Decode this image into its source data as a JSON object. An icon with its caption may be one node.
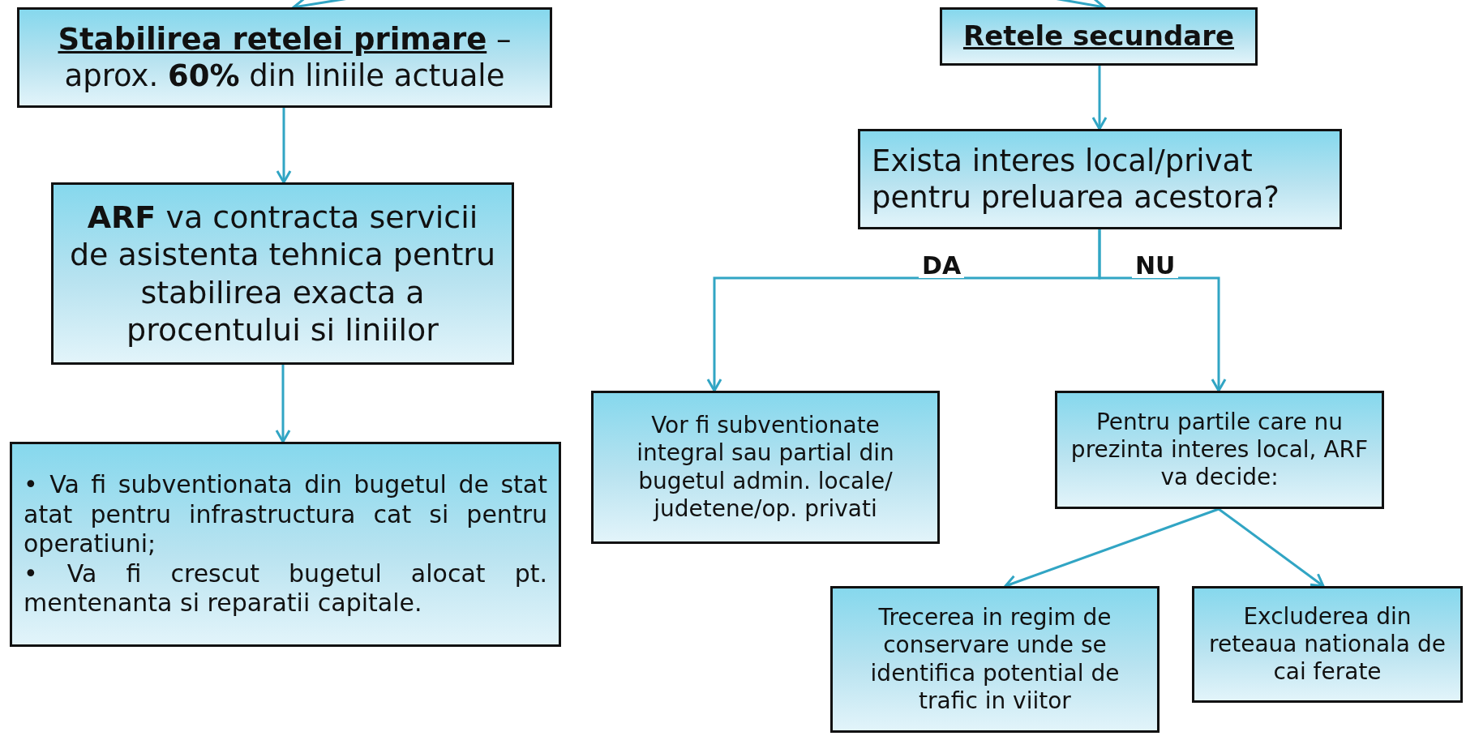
{
  "diagram": {
    "nodes": [
      {
        "text": [
          "Stabilirea retelei primare",
          "– aprox. **60%** din liniile actuale"
        ]
      },
      {
        "text": [
          "Retele secundare"
        ]
      },
      {
        "text": [
          "**ARF** va contracta servicii de asistenta tehnica pentru stabilirea exacta a procentului si liniilor"
        ]
      },
      {
        "text": [
          "• Va fi subventionata din bugetul de stat atat pentru infrastructura cat si pentru operatiuni;",
          "• Va fi crescut bugetul alocat pt. mentenanta si reparatii capitale."
        ]
      },
      {
        "text": [
          "Exista interes local/privat pentru preluarea acestora?"
        ]
      },
      {
        "text": [
          "Vor fi subventionate integral sau partial din bugetul admin. locale/ judetene/op. privati"
        ]
      },
      {
        "text": [
          "Pentru partile care nu prezinta interes local, ARF va decide:"
        ]
      },
      {
        "text": [
          "Trecerea in regim de conservare unde se identifica potential de trafic in viitor"
        ]
      },
      {
        "text": [
          "Excluderea din reteaua nationala de cai ferate"
        ]
      }
    ],
    "edges": [
      {
        "from": null,
        "to": 0,
        "arrow": "to"
      },
      {
        "from": null,
        "to": 1,
        "arrow": "to"
      },
      {
        "from": 0,
        "to": 2,
        "arrow": "to"
      },
      {
        "from": 2,
        "to": 3,
        "arrow": "to"
      },
      {
        "from": 1,
        "to": 4,
        "arrow": "to"
      },
      {
        "from": 4,
        "to": 5,
        "arrow": "to",
        "label": "DA"
      },
      {
        "from": 4,
        "to": 6,
        "arrow": "to",
        "label": "NU"
      },
      {
        "from": 6,
        "to": 7,
        "arrow": "to"
      },
      {
        "from": 6,
        "to": 8,
        "arrow": "to"
      }
    ]
  }
}
